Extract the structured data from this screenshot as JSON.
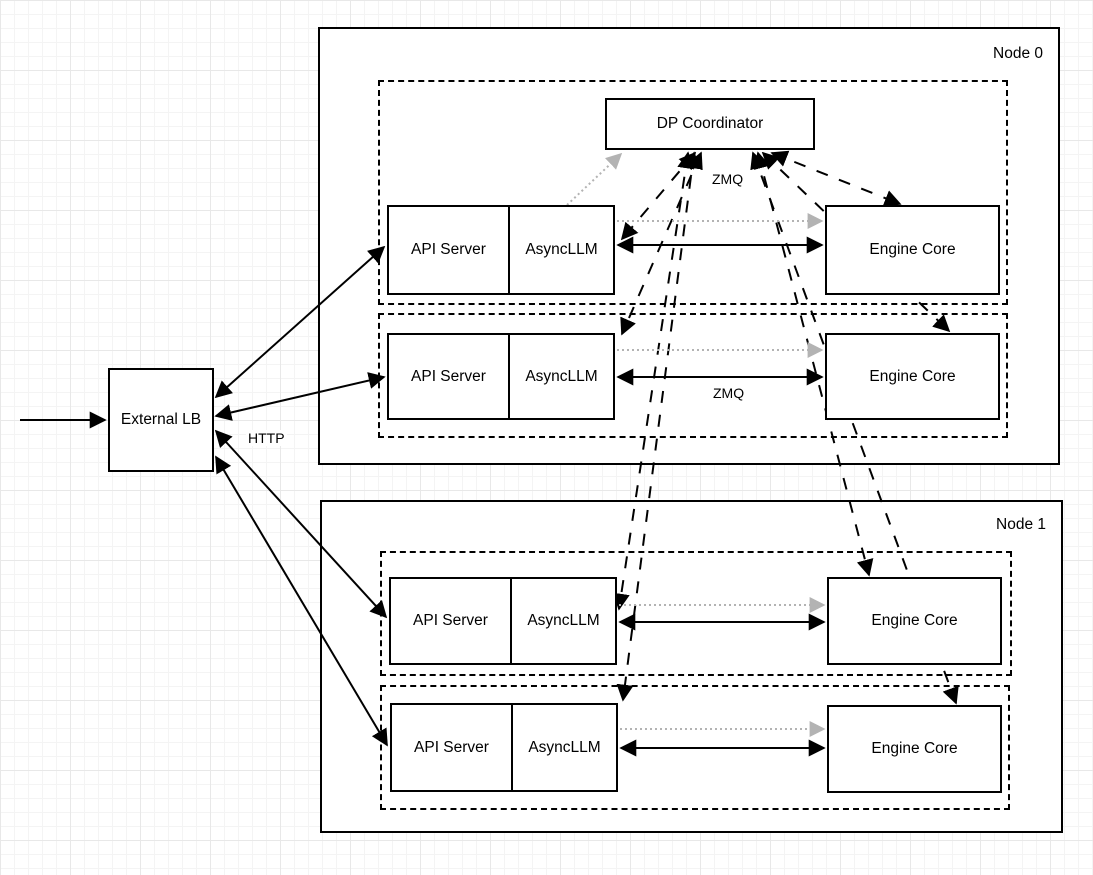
{
  "external_lb": {
    "label": "External LB"
  },
  "dp_coordinator": {
    "label": "DP Coordinator"
  },
  "labels": {
    "http": "HTTP",
    "zmq_coordinator": "ZMQ",
    "zmq_engine": "ZMQ"
  },
  "nodes": [
    {
      "title": "Node 0",
      "rows": [
        {
          "api_server": "API Server",
          "async_llm": "AsyncLLM",
          "engine_core": "Engine Core"
        },
        {
          "api_server": "API Server",
          "async_llm": "AsyncLLM",
          "engine_core": "Engine Core"
        }
      ]
    },
    {
      "title": "Node 1",
      "rows": [
        {
          "api_server": "API Server",
          "async_llm": "AsyncLLM",
          "engine_core": "Engine Core"
        },
        {
          "api_server": "API Server",
          "async_llm": "AsyncLLM",
          "engine_core": "Engine Core"
        }
      ]
    }
  ],
  "colors": {
    "stroke": "#000000",
    "dotted_link": "#b3b3b3",
    "box_fill": "#ffffff",
    "grid_minor": "#f4f4f4",
    "grid_major": "#e8e8e8"
  }
}
